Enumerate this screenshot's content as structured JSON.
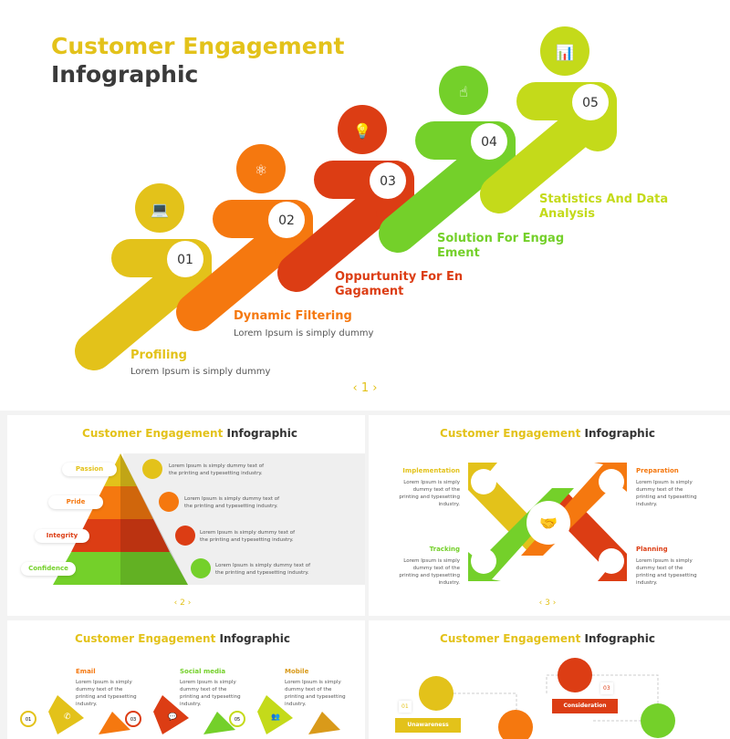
{
  "slide1": {
    "title_line1": "Customer Engagement",
    "title_line2": "Infographic",
    "page": "1",
    "steps": [
      {
        "number": "01",
        "label": "Profiling",
        "desc": "Lorem Ipsum is simply dummy",
        "color": "#e3c21a",
        "icon": "laptop-user-icon"
      },
      {
        "number": "02",
        "label": "Dynamic Filtering",
        "desc": "Lorem Ipsum is simply dummy",
        "color": "#f5780f",
        "icon": "atom-icon"
      },
      {
        "number": "03",
        "label_line1": "Oppurtunity For En",
        "label_line2": "Gagament",
        "color": "#dc3d14",
        "icon": "lightbulb-hand-icon"
      },
      {
        "number": "04",
        "label_line1": "Solution For Engag",
        "label_line2": "Ement",
        "color": "#74d02a",
        "icon": "touch-click-icon"
      },
      {
        "number": "05",
        "label_line1": "Statistics And Data",
        "label_line2": "Analysis",
        "color": "#c4da1a",
        "icon": "bar-chart-icon"
      }
    ]
  },
  "slide_title": {
    "accent": "Customer Engagement",
    "rest": "Infographic"
  },
  "slide2": {
    "page": "2",
    "desc": "Lorem Ipsum is simply dummy text of the printing and typesetting industry.",
    "levels": [
      {
        "label": "Passion",
        "color": "#e3c21a"
      },
      {
        "label": "Pride",
        "color": "#f5780f"
      },
      {
        "label": "Integrity",
        "color": "#dc3d14"
      },
      {
        "label": "Confidence",
        "color": "#74d02a"
      }
    ]
  },
  "slide3": {
    "page": "3",
    "desc": "Lorem Ipsum is simply dummy text of the printing and typesetting industry.",
    "items": [
      {
        "label": "Implementation",
        "color": "#e3c21a"
      },
      {
        "label": "Preparation",
        "color": "#f5780f"
      },
      {
        "label": "Tracking",
        "color": "#74d02a"
      },
      {
        "label": "Planning",
        "color": "#dc3d14"
      }
    ]
  },
  "slide4": {
    "desc": "Lorem Ipsum is simply dummy text of the printing and typesetting industry.",
    "items": [
      {
        "label": "Email",
        "color": "#f5780f"
      },
      {
        "label": "Social media",
        "color": "#74d02a"
      },
      {
        "label": "Mobile",
        "color": "#d99a1a"
      }
    ],
    "numbers": [
      "01",
      "03",
      "05"
    ]
  },
  "slide5": {
    "steps": [
      {
        "number": "01",
        "label": "Unawareness",
        "color": "#e3c21a"
      },
      {
        "number": "03",
        "label": "Consideration",
        "color": "#dc3d14"
      }
    ]
  }
}
